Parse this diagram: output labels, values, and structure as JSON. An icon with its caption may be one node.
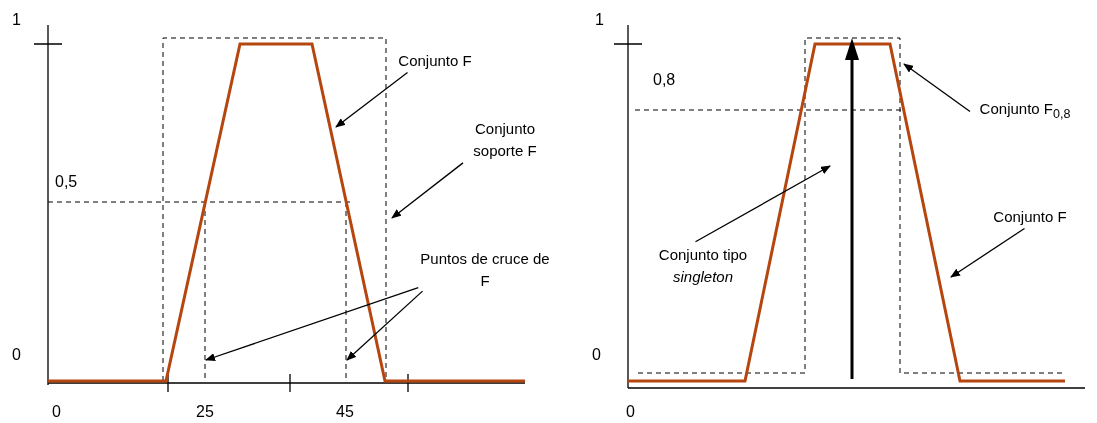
{
  "diagram": {
    "nodes": [
      {
        "text": [
          "Conjunto F"
        ]
      },
      {
        "text": [
          "Conjunto soporte F"
        ]
      },
      {
        "text": [
          "Puntos de cruce de F"
        ]
      },
      {
        "text": [
          "Conjunto F$_{0,8}$"
        ]
      },
      {
        "text": [
          "Conjunto tipo *singleton*"
        ]
      },
      {
        "text": [
          "Conjunto F"
        ]
      },
      {
        "text": [],
        "shape": "line"
      },
      {
        "text": [],
        "shape": "line"
      }
    ],
    "edges": [
      {
        "from": 0,
        "to": null,
        "arrow": "to"
      },
      {
        "from": 1,
        "to": null,
        "arrow": "to"
      },
      {
        "from": 2,
        "to": 6,
        "arrow": "to"
      },
      {
        "from": 2,
        "to": 7,
        "arrow": "to"
      },
      {
        "from": 3,
        "to": null,
        "arrow": "to"
      },
      {
        "from": 4,
        "to": null,
        "arrow": "to"
      },
      {
        "from": 5,
        "to": null,
        "arrow": "to"
      }
    ],
    "labels": [
      "1",
      "1",
      "0,8",
      "0,5",
      "0",
      "0",
      "0",
      "25",
      "45",
      "0"
    ]
  }
}
